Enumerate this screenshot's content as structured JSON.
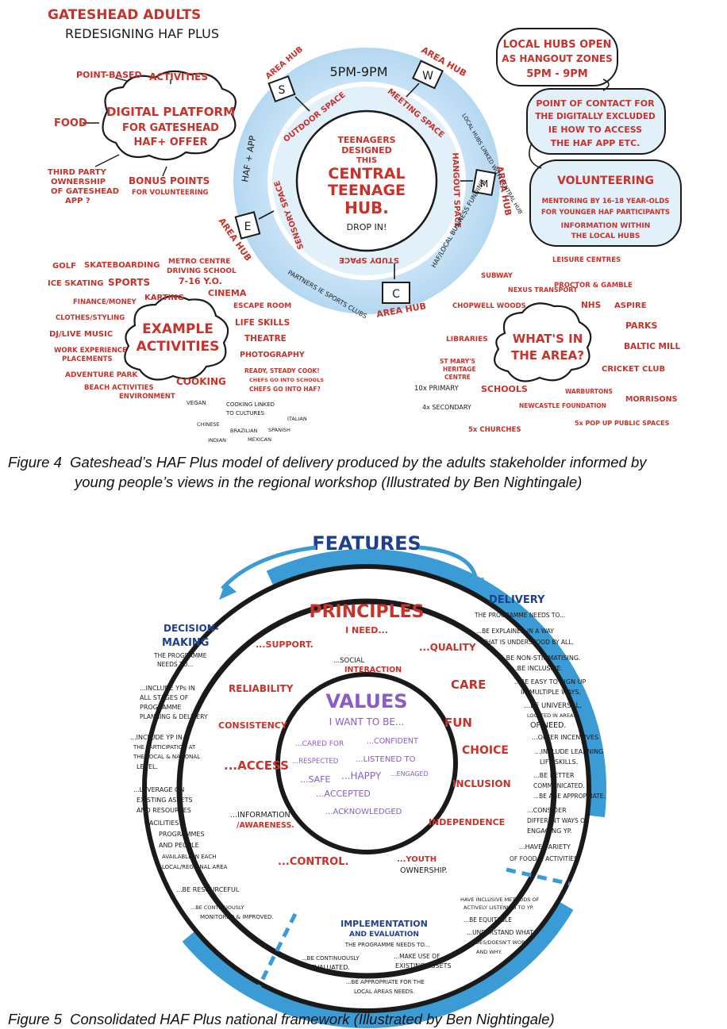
{
  "figure4": {
    "title_line1": "GATESHEAD ADULTS",
    "title_line2": "REDESIGNING HAF PLUS",
    "digital_platform": {
      "line1": "DIGITAL PLATFORM",
      "line2": "FOR GATESHEAD",
      "line3": "HAF+ OFFER",
      "spokes": [
        "POINT-BASED",
        "ACTIVITIES",
        "FOOD",
        "THIRD PARTY",
        "OWNERSHIP",
        "OF GATESHEAD",
        "APP ?",
        "BONUS POINTS",
        "FOR VOLUNTEERING"
      ]
    },
    "hub": {
      "time": "5PM-9PM",
      "center_line1": "TEENAGERS",
      "center_line2": "DESIGNED",
      "center_line3": "THIS",
      "center_line4": "CENTRAL",
      "center_line5": "TEENAGE",
      "center_line6": "HUB.",
      "center_drop": "DROP IN!",
      "ring_spaces": [
        "OUTDOOR SPACE",
        "MEETING SPACE",
        "HANGOUT SPACE",
        "STUDY SPACE",
        "SENSORY SPACE"
      ],
      "area_hub_label": "AREA HUB",
      "hub_letters": [
        "S",
        "W",
        "M",
        "C",
        "E"
      ],
      "outer_notes": [
        "HAF + APP",
        "LOCAL HUBS LINKED WITH CENTRAL HUB",
        "HAF/LOCAL BUSINESS FUNDING",
        "PARTNERS IE SPORTS CLUBS"
      ]
    },
    "local_hubs": {
      "line1": "LOCAL HUBS OPEN",
      "line2": "AS HANGOUT ZONES",
      "line3": "5PM - 9PM"
    },
    "point_of_contact": {
      "line1": "POINT OF CONTACT FOR",
      "line2": "THE DIGITALLY EXCLUDED",
      "line3": "IE HOW TO ACCESS",
      "line4": "THE HAF APP ETC."
    },
    "volunteering": {
      "title": "VOLUNTEERING",
      "line1": "MENTORING BY 16-18 YEAR-OLDS",
      "line2": "FOR YOUNGER HAF PARTICIPANTS",
      "line3": "INFORMATION WITHIN",
      "line4": "THE LOCAL HUBS"
    },
    "example_activities": {
      "line1": "EXAMPLE",
      "line2": "ACTIVITIES",
      "items": [
        "GOLF",
        "SKATEBOARDING",
        "ICE SKATING",
        "SPORTS",
        "METRO CENTRE",
        "DRIVING SCHOOL",
        "7-16 Y.O.",
        "FINANCE/MONEY",
        "KARTING",
        "CINEMA",
        "CLOTHES/STYLING",
        "ESCAPE ROOM",
        "DJ/LIVE MUSIC",
        "LIFE SKILLS",
        "WORK EXPERIENCE",
        "PLACEMENTS",
        "THEATRE",
        "PHOTOGRAPHY",
        "ADVENTURE PARK",
        "READY, STEADY COOK!",
        "CHEFS GO INTO SCHOOLS",
        "CHEFS GO INTO HAF?",
        "BEACH ACTIVITIES",
        "COOKING",
        "ENVIRONMENT",
        "VEGAN",
        "COOKING LINKED",
        "TO CULTURES",
        "ITALIAN",
        "CHINESE",
        "BRAZILIAN",
        "SPANISH",
        "INDIAN",
        "MEXICAN"
      ]
    },
    "whats_in_area": {
      "line1": "WHAT'S IN",
      "line2": "THE AREA?",
      "items": [
        "SUBWAY",
        "NEXUS TRANSPORT",
        "LEISURE CENTRES",
        "PROCTOR & GAMBLE",
        "CHOPWELL WOODS",
        "NHS",
        "ASPIRE",
        "PARKS",
        "LIBRARIES",
        "BALTIC MILL",
        "ST MARY'S",
        "HERITAGE",
        "CENTRE",
        "CRICKET CLUB",
        "10x PRIMARY",
        "SCHOOLS",
        "NEWCASTLE FOUNDATION",
        "WARBURTONS",
        "MORRISONS",
        "4x SECONDARY",
        "5x POP UP PUBLIC SPACES",
        "5x CHURCHES"
      ]
    }
  },
  "caption4": {
    "label": "Figure 4",
    "line1": "Gateshead’s HAF Plus model of delivery produced by the adults stakeholder informed by",
    "line2": "young people’s views in the regional workshop (Illustrated by Ben Nightingale)"
  },
  "figure5": {
    "features": "FEATURES",
    "decision": {
      "title_line1": "DECISION-",
      "title_line2": "MAKING",
      "sub1": "THE PROGRAMME",
      "sub2": "NEEDS TO...",
      "items": [
        "...INCLUDE YPs IN",
        "ALL STAGES OF",
        "PROGRAMME",
        "PLANNING & DELIVERY",
        "...INCLUDE YP IN",
        "THE PARTICIPATION AT",
        "THE LOCAL & NATIONAL",
        "LEVEL.",
        "...LEVERAGE ON",
        "EXISTING ASSETS",
        "AND RESOURCES",
        "FACILITIES",
        "PROGRAMMES",
        "AND PEOPLE",
        "AVAILABLE IN EACH",
        "LOCAL/REGIONAL AREA",
        "...BE RESOURCEFUL",
        "...BE CONTINUOUSLY",
        "MONITORED & IMPROVED."
      ]
    },
    "delivery": {
      "title": "DELIVERY",
      "sub": "THE PROGRAMME NEEDS TO...",
      "items": [
        "...BE EXPLAINED IN A WAY",
        "THAT IS UNDERSTOOD BY ALL.",
        "...BE NON-STIGMATISING.",
        "...BE INCLUSIVE.",
        "...BE EASY TO SIGN UP",
        "IN MULTIPLE WAYS.",
        "...BE UNIVERSAL,",
        "LOCATED IN AREAS",
        "OF NEED.",
        "...OFFER INCENTIVES",
        "...INCLUDE LEARNING",
        "LIFE SKILLS.",
        "...BE BETTER",
        "COMMUNICATED.",
        "...BE AGE APPROPRIATE.",
        "...CONSIDER",
        "DIFFERENT WAYS OF",
        "ENGAGING YP.",
        "...HAVE VARIETY",
        "OF FOOD & ACTIVITIES.",
        "HAVE INCLUSIVE METHODS OF",
        "ACTIVELY LISTENING TO YP.",
        "...BE EQUITABLE",
        "...UNDERSTAND WHAT",
        "DOES/DOESN'T WORK",
        "AND WHY."
      ]
    },
    "principles": {
      "title": "PRINCIPLES",
      "sub": "I NEED...",
      "items": [
        "...SUPPORT.",
        "...QUALITY",
        "...SOCIAL",
        "INTERACTION",
        "RELIABILITY",
        "CARE",
        "CONSISTENCY",
        "FUN",
        "...ACCESS",
        "CHOICE",
        "INCLUSION",
        "...INFORMATION",
        "/AWARENESS.",
        "INDEPENDENCE",
        "...CONTROL.",
        "...YOUTH",
        "OWNERSHIP."
      ]
    },
    "values": {
      "title": "VALUES",
      "sub": "I WANT TO BE...",
      "items": [
        "...CARED FOR",
        "...CONFIDENT",
        "...RESPECTED",
        "...LISTENED TO",
        "...SAFE",
        "...HAPPY",
        "...ENGAGED",
        "...ACCEPTED",
        "...ACKNOWLEDGED"
      ]
    },
    "implementation": {
      "title_line1": "IMPLEMENTATION",
      "title_line2": "AND EVALUATION",
      "sub": "THE PROGRAMME NEEDS TO...",
      "items": [
        "...BE CONTINUOUSLY",
        "EVALUATED.",
        "...MAKE USE OF",
        "EXISTING ASSETS",
        "...BE APPROPRIATE FOR THE",
        "LOCAL AREAS NEEDS."
      ]
    }
  },
  "caption5": {
    "label": "Figure 5",
    "line1": "Consolidated HAF Plus national framework (Illustrated by Ben Nightingale)"
  },
  "colors": {
    "red": "#c8322b",
    "blue": "#1f3f8f",
    "light_blue": "#3a9bd5",
    "purple": "#8a5cc8"
  }
}
